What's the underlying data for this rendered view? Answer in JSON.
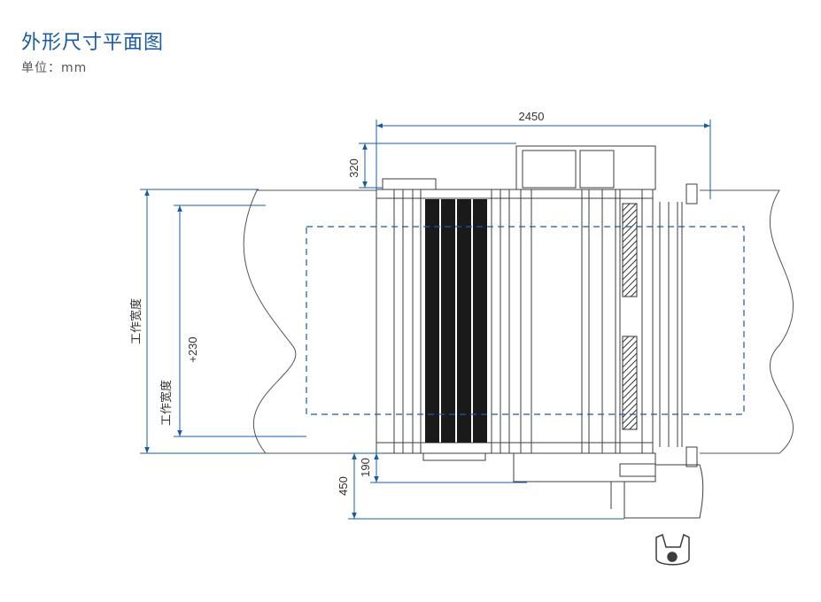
{
  "header": {
    "title": "外形尺寸平面图",
    "unit": "单位：mm"
  },
  "dimensions": {
    "overall_length": "2450",
    "top_offset": "320",
    "bottom_offset_near": "190",
    "bottom_offset_far": "450",
    "inner_width": "+230",
    "working_width_outer": "工作宽度",
    "working_width_inner": "工作宽度"
  },
  "colors": {
    "dimension_line": "#1a5ba8",
    "outline": "#3c3c3c",
    "roller": "#1a1a1a",
    "title": "#1a5ba8"
  }
}
